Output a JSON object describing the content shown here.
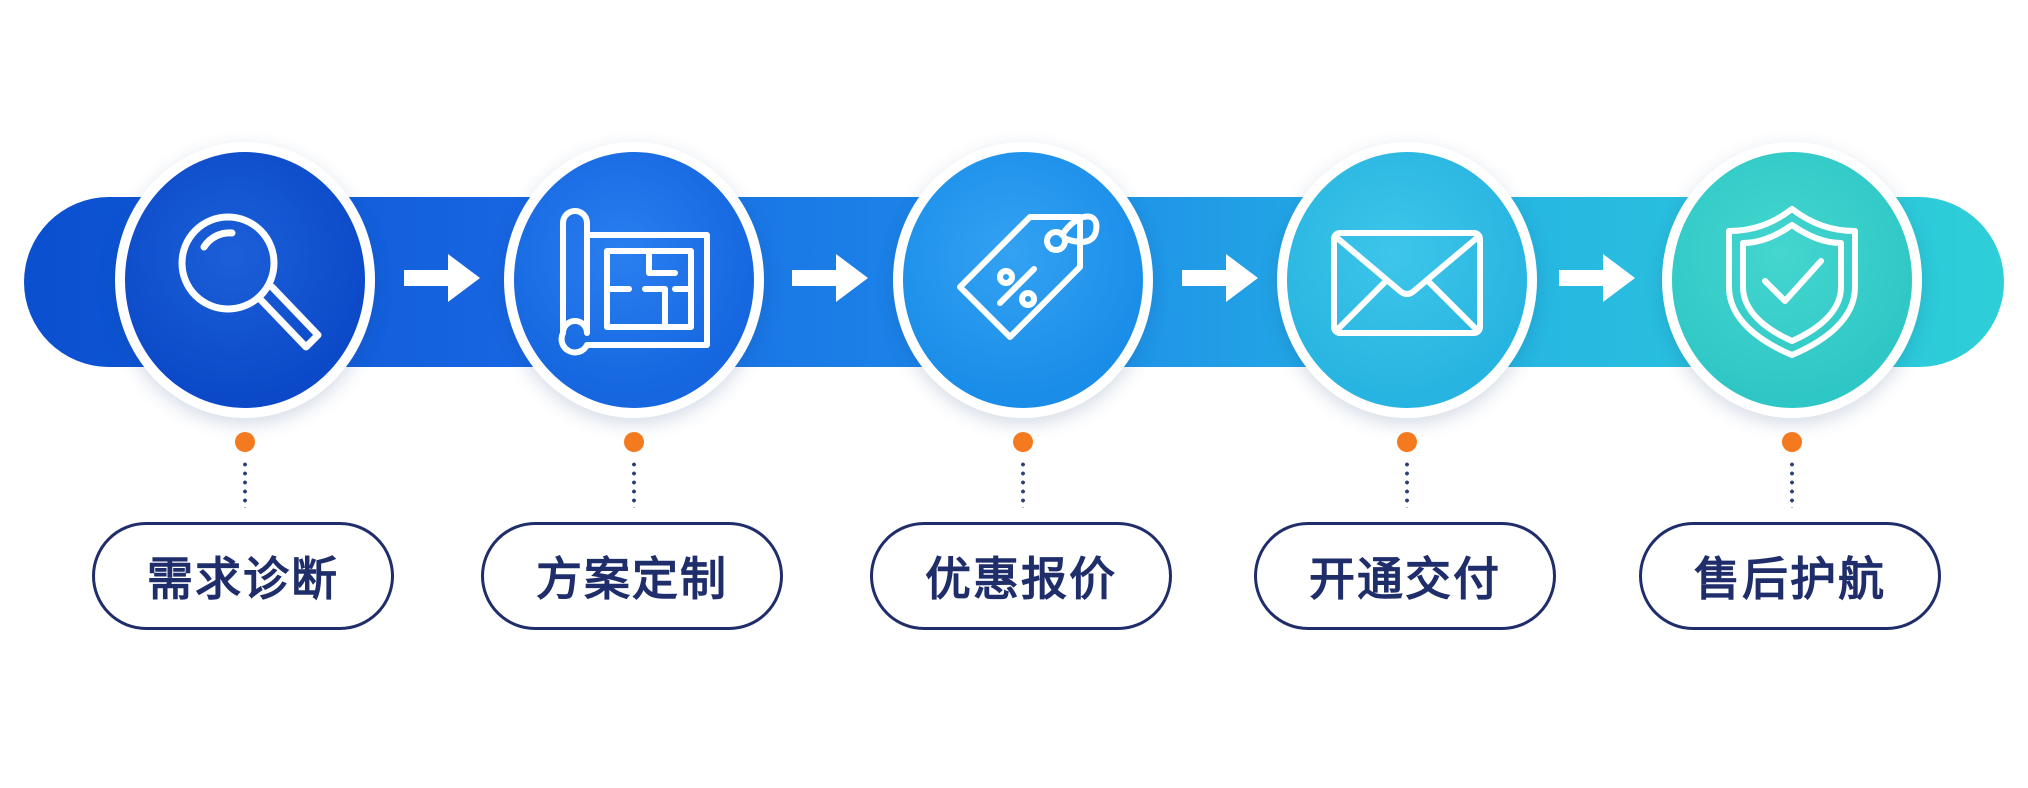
{
  "steps": [
    {
      "label": "需求诊断",
      "icon": "magnifying-glass-icon",
      "color": "#0b49c8"
    },
    {
      "label": "方案定制",
      "icon": "blueprint-icon",
      "color": "#1566df"
    },
    {
      "label": "优惠报价",
      "icon": "price-tag-percent-icon",
      "color": "#1a8de9"
    },
    {
      "label": "开通交付",
      "icon": "envelope-icon",
      "color": "#27b4e0"
    },
    {
      "label": "售后护航",
      "icon": "shield-check-icon",
      "color": "#2fc7c5"
    }
  ],
  "colors": {
    "band_start": "#0a4fcf",
    "band_end": "#2ecfd8",
    "connector_dot": "#f47a1f",
    "label_border": "#1f2e6b",
    "label_text": "#1f2e6b"
  }
}
